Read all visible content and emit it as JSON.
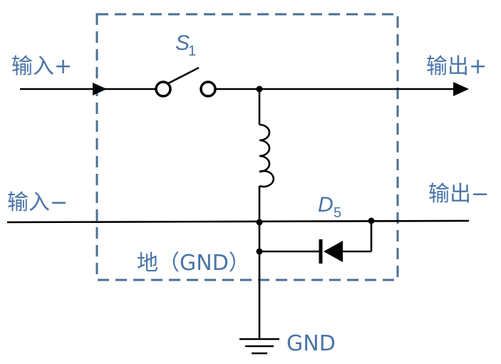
{
  "labels": {
    "input_plus": "输入+",
    "output_plus": "输出+",
    "input_minus": "输入−",
    "output_minus": "输出−",
    "switch_letter": "S",
    "switch_sub": "1",
    "diode_letter": "D",
    "diode_sub": "5",
    "ground_inner": "地（GND）",
    "ground_outer": "GND"
  },
  "colors": {
    "label": "#4a74a8",
    "box": "#4a6f93",
    "wire": "#000000"
  }
}
